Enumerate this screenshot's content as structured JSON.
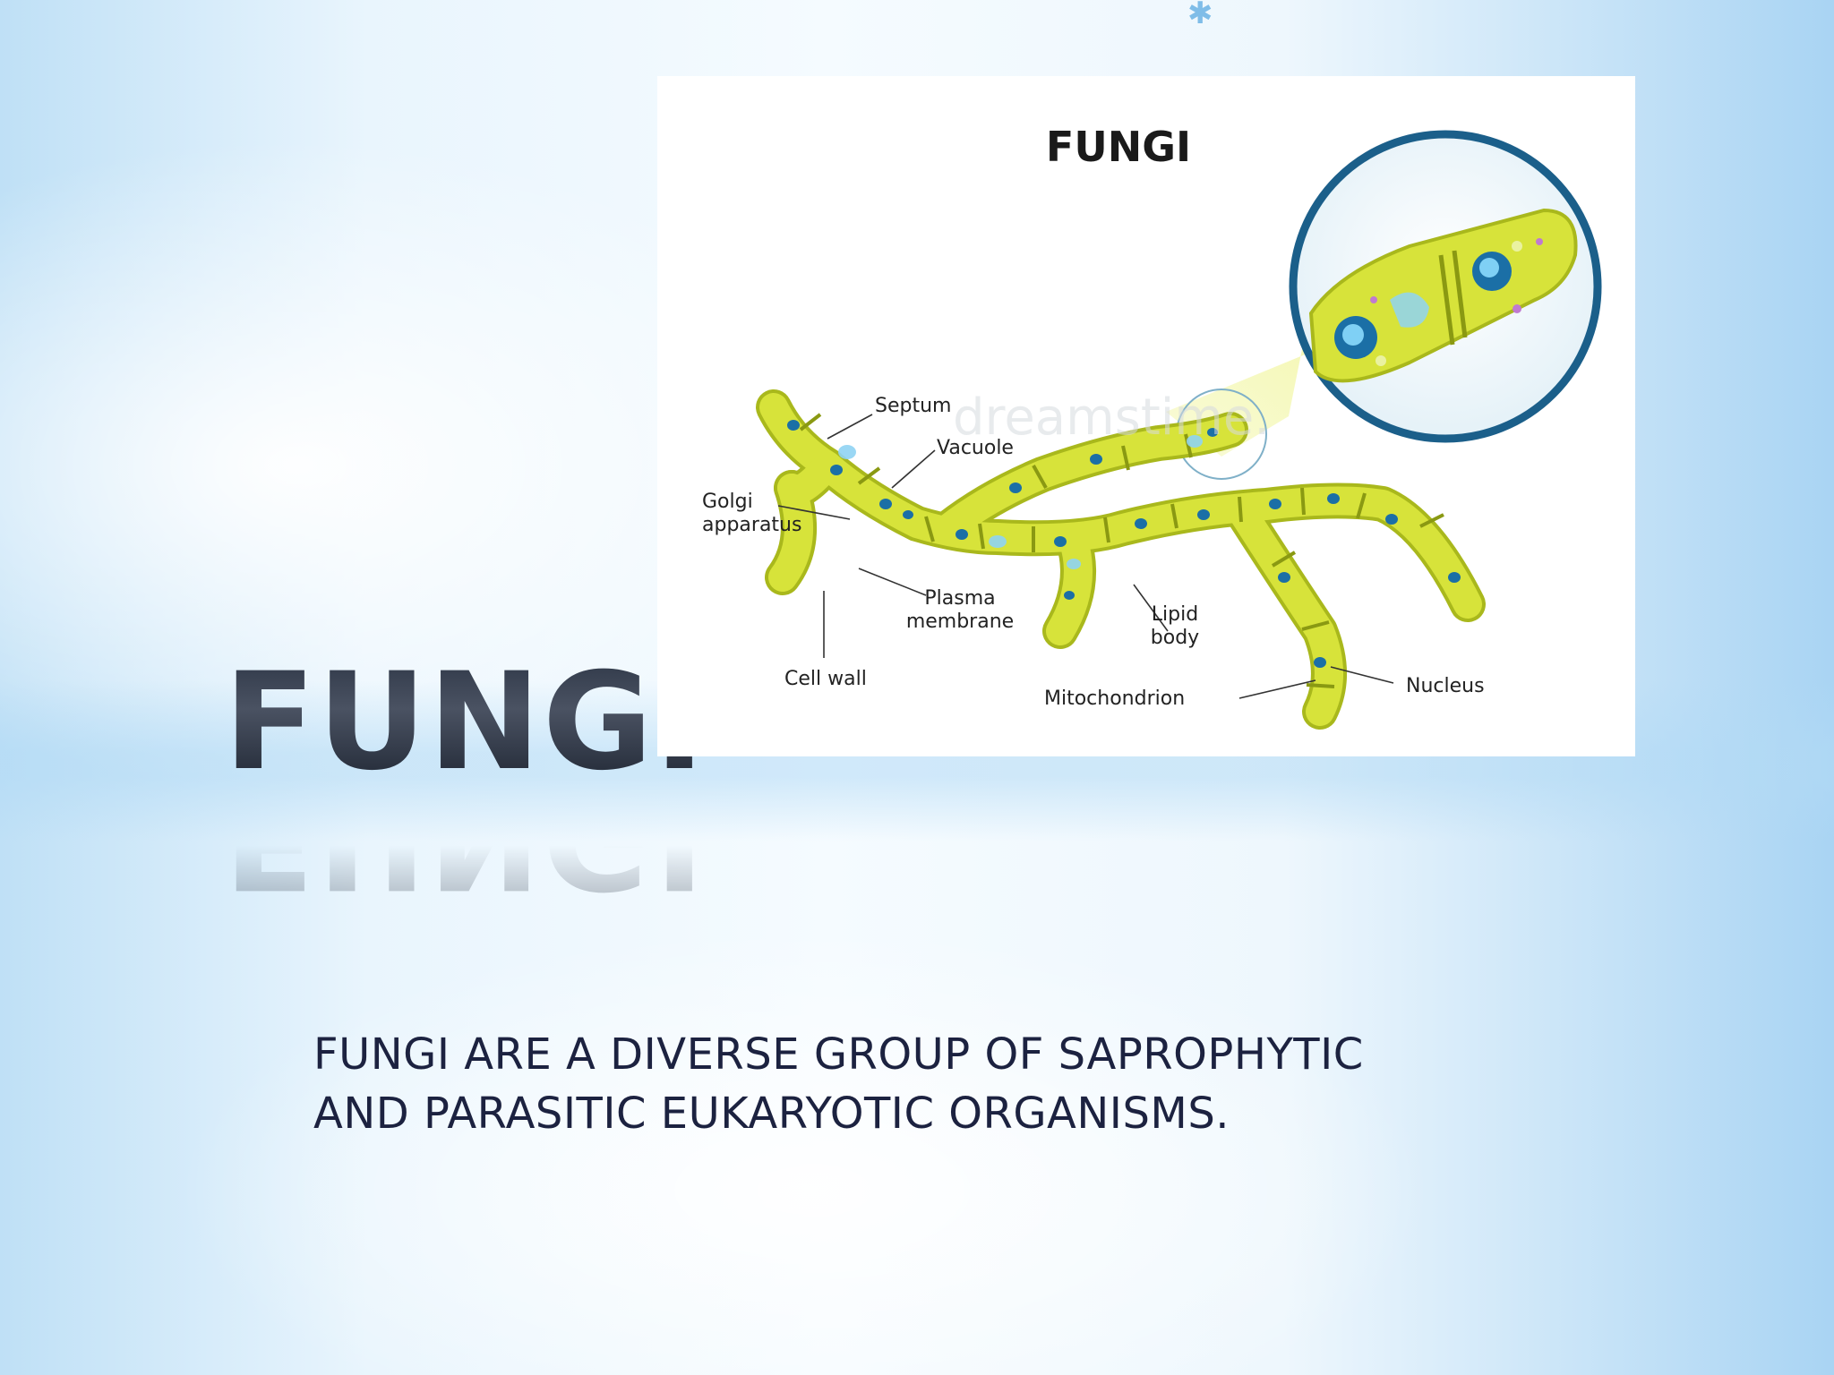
{
  "slide": {
    "title": "FUNGI",
    "body_line1": "FUNGI ARE A DIVERSE GROUP OF SAPROPHYTIC",
    "body_line2": "AND PARASITIC EUKARYOTIC ORGANISMS.",
    "bullet_icon": "asterisk-icon"
  },
  "figure": {
    "heading": "FUNGI",
    "watermark": "dreamstime.",
    "labels": {
      "septum": "Septum",
      "vacuole": "Vacuole",
      "golgi_1": "Golgi",
      "golgi_2": "apparatus",
      "plasma_1": "Plasma",
      "plasma_2": "membrane",
      "lipid_1": "Lipid",
      "lipid_2": "body",
      "cell_wall": "Cell wall",
      "mitochondrion": "Mitochondrion",
      "nucleus": "Nucleus"
    },
    "colors": {
      "hypha_fill": "#d7e33a",
      "hypha_stroke": "#a9b81c",
      "nucleus": "#1b6fa6",
      "lens_ring": "#1b5f8a"
    }
  }
}
